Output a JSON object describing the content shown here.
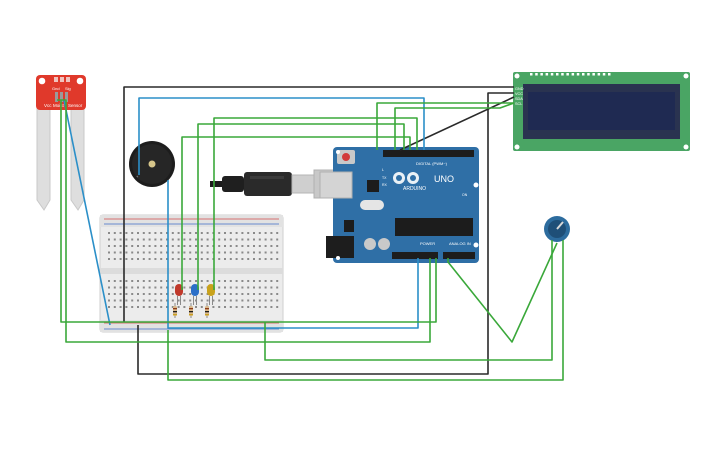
{
  "colors": {
    "wire_black": "#2a2a2a",
    "wire_blue": "#2b8fc8",
    "wire_green": "#3aa83a",
    "arduino_blue": "#2f6fa6",
    "lcd_green": "#4aa564",
    "lcd_screen": "#1f2a52",
    "sensor_red": "#e0392b",
    "pot_blue": "#2d6c9e",
    "breadboard": "#e9e9e9"
  },
  "soil_sensor": {
    "label_vcc": "Vcc",
    "label_gnd": "Gnd",
    "label_sig": "Sig",
    "label_moist": "Moist",
    "label_sensor": "Sensor"
  },
  "arduino": {
    "brand": "ARDUINO",
    "model": "UNO",
    "digital_label": "DIGITAL (PWM~)",
    "power_label": "POWER",
    "analog_label": "ANALOG IN",
    "tx_label": "TX",
    "rx_label": "RX",
    "l_label": "L",
    "on_label": "ON"
  },
  "lcd": {
    "pin_labels": [
      "GND",
      "VCC",
      "SDA",
      "SCL"
    ]
  },
  "leds": [
    {
      "color_name": "red",
      "color": "#c0392b"
    },
    {
      "color_name": "blue",
      "color": "#2b6fc8"
    },
    {
      "color_name": "yellow",
      "color": "#c9a21b"
    }
  ]
}
